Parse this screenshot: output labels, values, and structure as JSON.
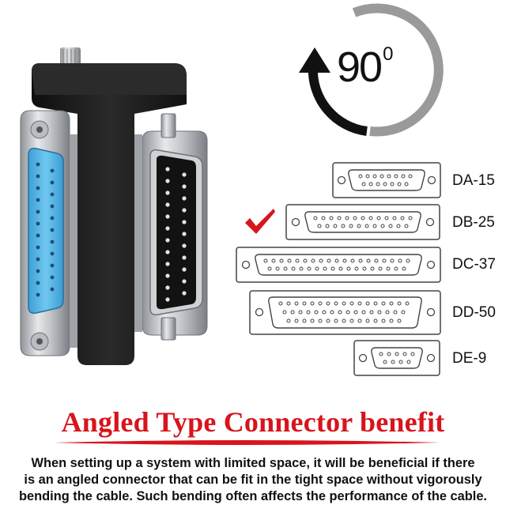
{
  "badge": {
    "angle": "90",
    "degree_mark": "0"
  },
  "connectors": [
    {
      "label": "DA-15",
      "checked": false
    },
    {
      "label": "DB-25",
      "checked": true
    },
    {
      "label": "DC-37",
      "checked": false
    },
    {
      "label": "DD-50",
      "checked": false
    },
    {
      "label": "DE-9",
      "checked": false
    }
  ],
  "headline": "Angled Type Connector benefit",
  "description": {
    "line1": "When setting up a system with limited space, it will be beneficial if there",
    "line2": "is an angled connector that can be fit in the tight space without vigorously",
    "line3": "bending the cable. Such bending often affects the performance of the cable."
  },
  "colors": {
    "headline": "#d8141c",
    "check": "#d8141c",
    "female_pins": "#4fb8e8",
    "housing": "#1c1c1c",
    "metal": "#c9ccd0"
  }
}
